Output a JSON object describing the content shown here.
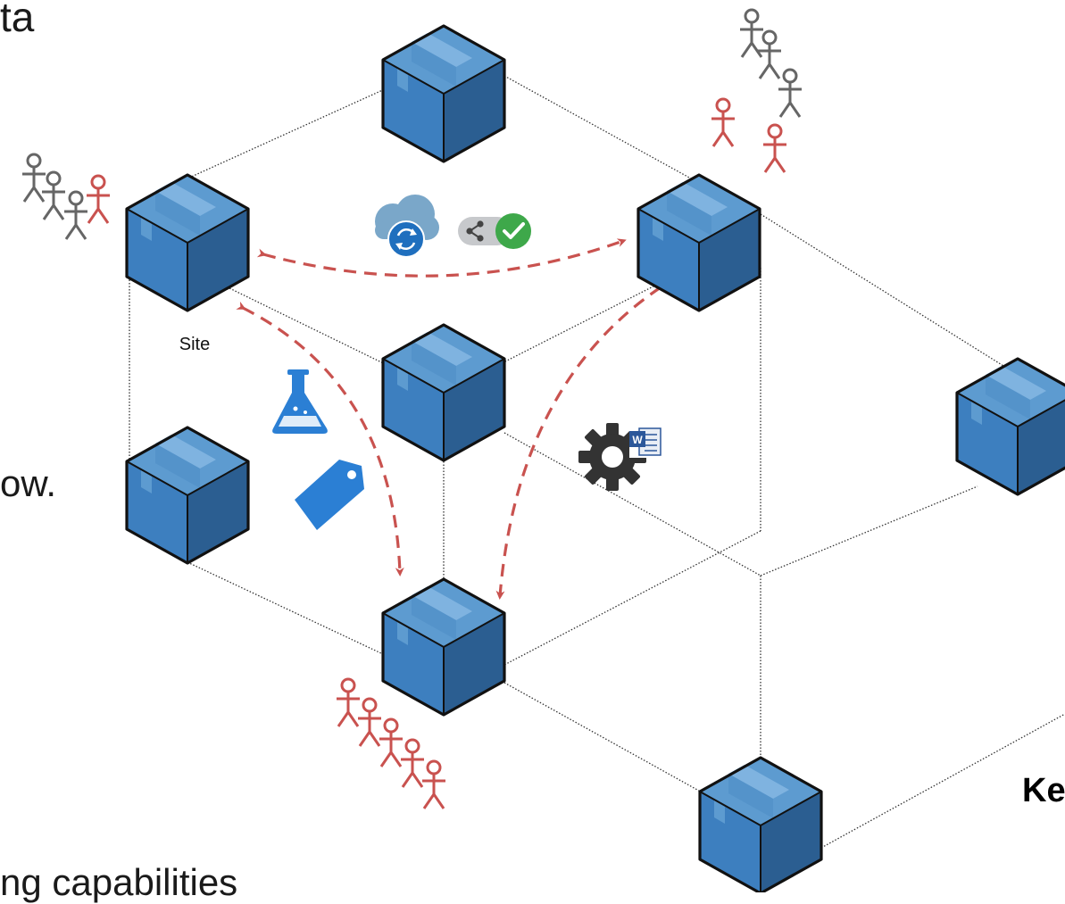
{
  "fragments": {
    "top": "ta",
    "middle": "ow.",
    "bottom": "ng capabilities",
    "key": "Ke"
  },
  "site_label": "Site",
  "icons": {
    "word_badge": "W",
    "flask": "flask-icon",
    "tag": "tag-icon",
    "cloud_sync": "cloud-sync-icon",
    "share_check": "share-check-icon",
    "gear_doc": "gear-document-icon"
  },
  "colors": {
    "cube_fill": "#3a78b4",
    "cube_dark": "#2b5e91",
    "cube_light": "#5d9bd0",
    "arrow": "#c9524f",
    "user_gray": "#666666",
    "user_red": "#c9524f",
    "icon_blue": "#2b7fd4",
    "check_green": "#3ea84a"
  }
}
